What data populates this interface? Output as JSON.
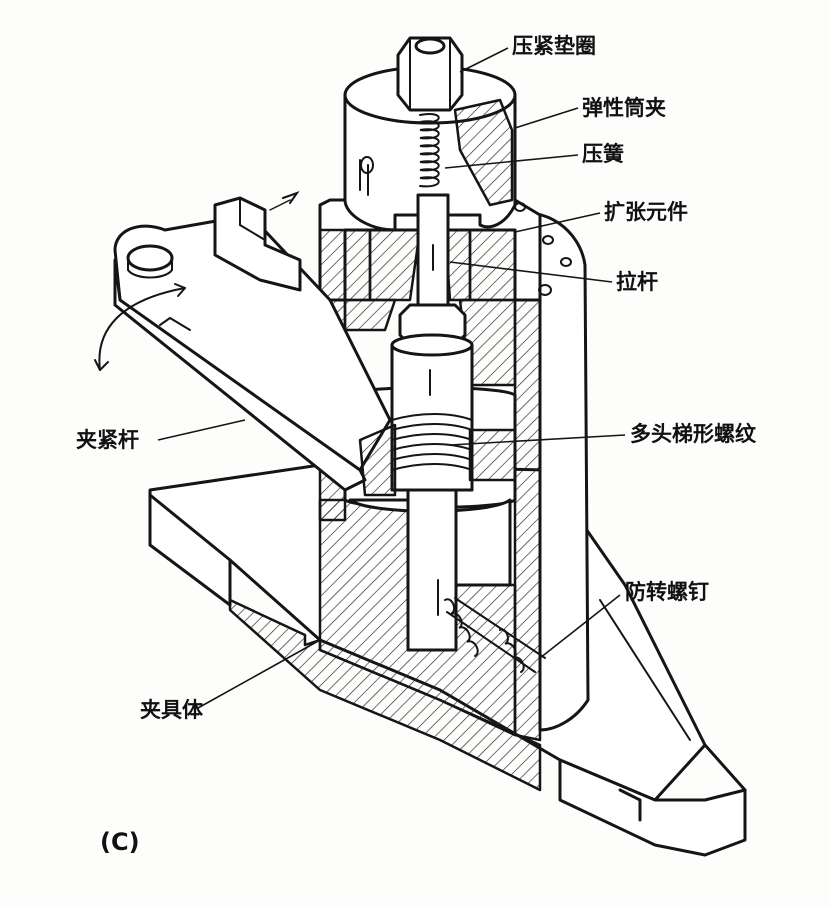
{
  "labels": {
    "compression_washer": "压紧垫圈",
    "elastic_collet": "弹性筒夹",
    "compression_spring": "压簧",
    "expansion_element": "扩张元件",
    "pull_rod": "拉杆",
    "clamp_lever": "夹紧杆",
    "multi_start_trapezoidal_thread": "多头梯形螺纹",
    "anti_rotation_screw": "防转螺钉",
    "fixture_body": "夹具体",
    "figure_tag": "(C)"
  }
}
